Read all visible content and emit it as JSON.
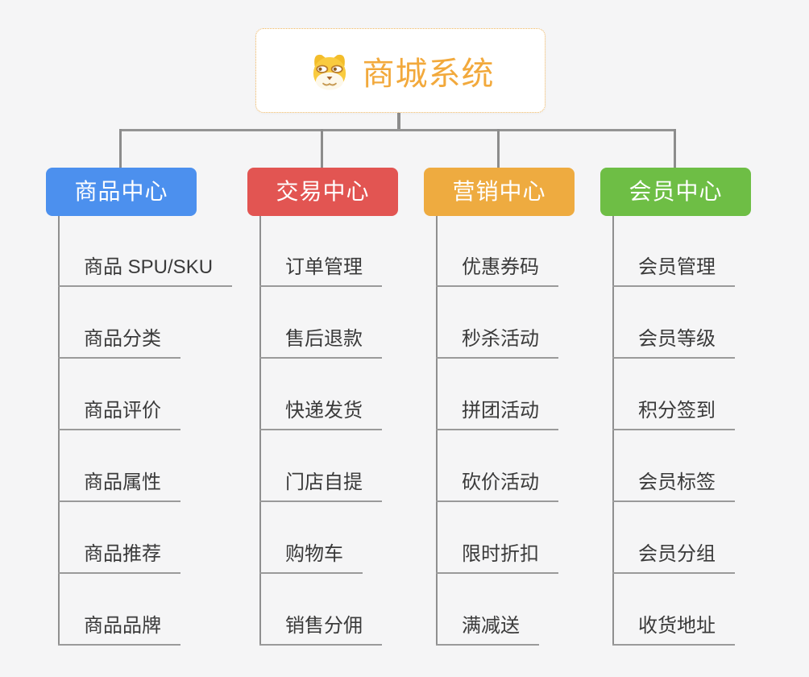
{
  "root": {
    "title": "商城系统",
    "icon": "shiba-dog-face-icon"
  },
  "colors": {
    "background": "#f5f5f6",
    "connector": "#8c8c8c",
    "leaf_underline": "#9a9a9a",
    "root_text": "#f2a93c",
    "root_border": "#efb55e"
  },
  "branches": [
    {
      "label": "商品中心",
      "color": "#4c90ee",
      "children": [
        "商品 SPU/SKU",
        "商品分类",
        "商品评价",
        "商品属性",
        "商品推荐",
        "商品品牌"
      ]
    },
    {
      "label": "交易中心",
      "color": "#e25552",
      "children": [
        "订单管理",
        "售后退款",
        "快递发货",
        "门店自提",
        "购物车",
        "销售分佣"
      ]
    },
    {
      "label": "营销中心",
      "color": "#eeab40",
      "children": [
        "优惠券码",
        "秒杀活动",
        "拼团活动",
        "砍价活动",
        "限时折扣",
        "满减送"
      ]
    },
    {
      "label": "会员中心",
      "color": "#6ebe45",
      "children": [
        "会员管理",
        "会员等级",
        "积分签到",
        "会员标签",
        "会员分组",
        "收货地址"
      ]
    }
  ]
}
